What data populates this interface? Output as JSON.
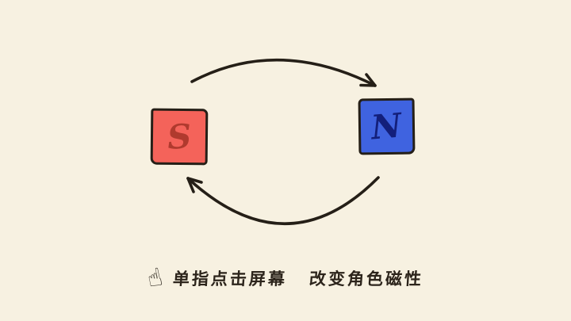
{
  "scene": {
    "type": "game-tutorial-diagram",
    "description": "two magnet poles cycling into each other"
  },
  "colors": {
    "bg": "#f7f1e1",
    "ink": "#251f17",
    "s-fill": "#f4635a",
    "s-text": "#b03a2e",
    "n-fill": "#3f63e0",
    "n-text": "#131f7b",
    "caption": "#2c241b"
  },
  "magnets": {
    "left": {
      "label": "S",
      "pole": "south"
    },
    "right": {
      "label": "N",
      "pole": "north"
    }
  },
  "arrows": {
    "top": "left-to-right",
    "bottom": "right-to-left"
  },
  "caption": {
    "icon": "tap-hand",
    "hand_glyph": "☝",
    "phrase1": "单指点击屏幕",
    "phrase2": "改变角色磁性"
  }
}
